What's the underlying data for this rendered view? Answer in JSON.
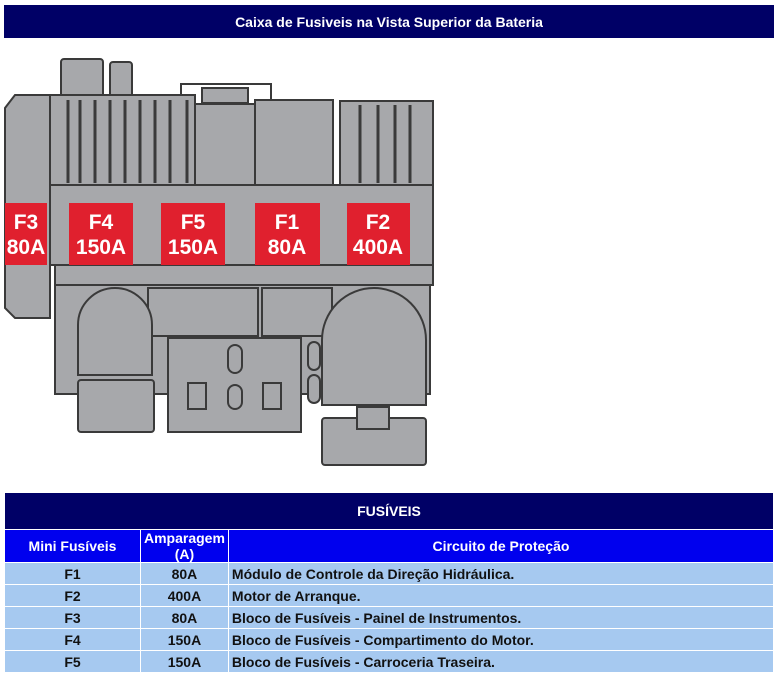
{
  "diagram": {
    "title": "Caixa de Fusiveis na Vista Superior da Bateria",
    "fuses": [
      {
        "id": "F3",
        "amp": "80A"
      },
      {
        "id": "F4",
        "amp": "150A"
      },
      {
        "id": "F5",
        "amp": "150A"
      },
      {
        "id": "F1",
        "amp": "80A"
      },
      {
        "id": "F2",
        "amp": "400A"
      }
    ],
    "colors": {
      "body": "#a7a8ab",
      "outline": "#3a3a3a",
      "fuse": "#e0202e",
      "header": "#000066"
    }
  },
  "table": {
    "title": "FUSÍVEIS",
    "headers": [
      "Mini Fusíveis",
      "Amparagem (A)",
      "Circuito de Proteção"
    ],
    "rows": [
      [
        "F1",
        "80A",
        "Módulo de Controle da Direção Hidráulica."
      ],
      [
        "F2",
        "400A",
        "Motor de Arranque."
      ],
      [
        "F3",
        "80A",
        "Bloco de Fusíveis - Painel de Instrumentos."
      ],
      [
        "F4",
        "150A",
        "Bloco de Fusíveis - Compartimento do Motor."
      ],
      [
        "F5",
        "150A",
        "Bloco de Fusíveis - Carroceria Traseira."
      ]
    ]
  }
}
